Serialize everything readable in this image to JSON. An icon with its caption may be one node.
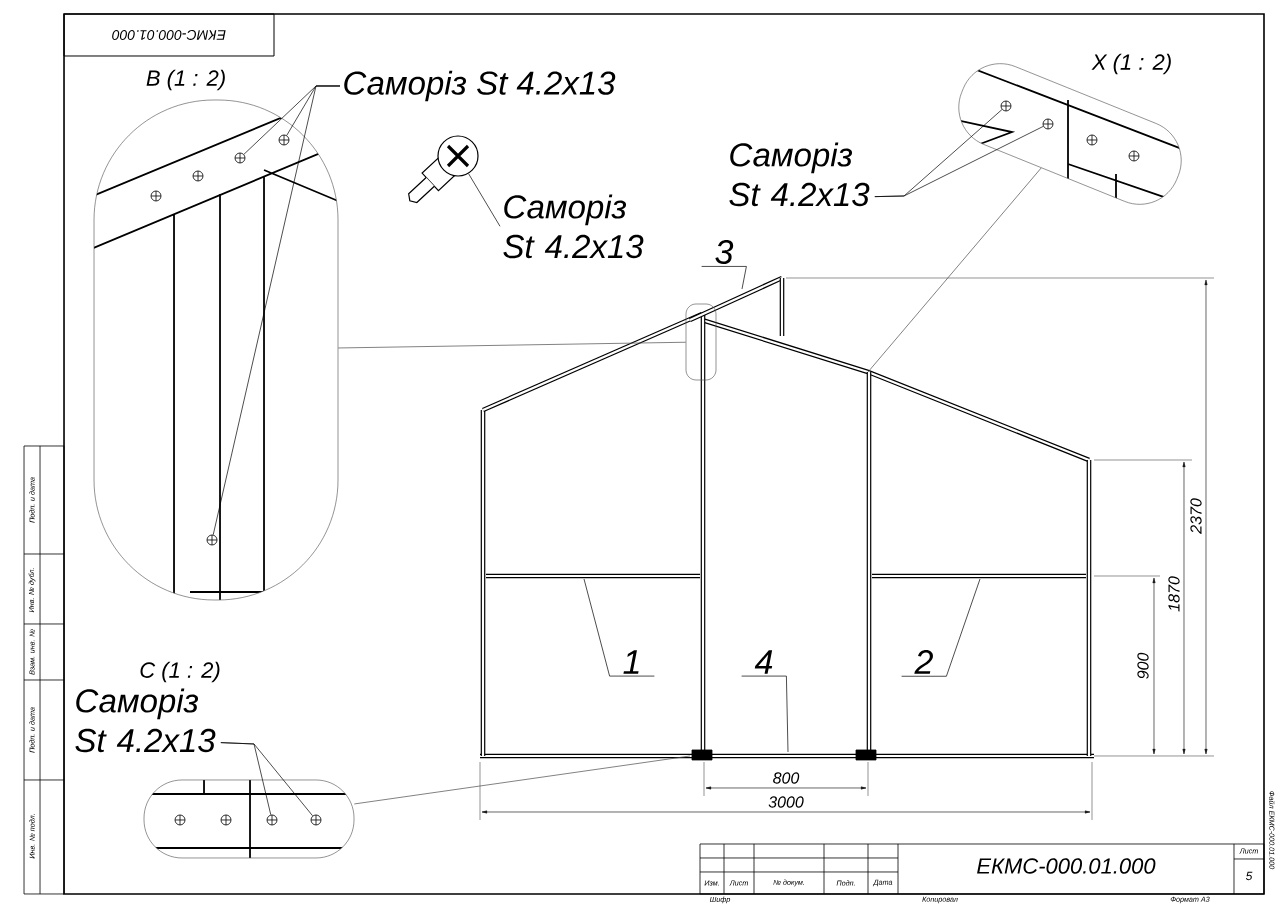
{
  "diagram": {
    "nodes": [
      {
        "text": [
          "Саморіз St 4.2x13"
        ]
      },
      {
        "text": [],
        "shape": "box"
      },
      {
        "text": [],
        "shape": "circle",
        "in": 1
      },
      {
        "text": [],
        "shape": "circle",
        "in": 1
      },
      {
        "text": [],
        "shape": "circle",
        "in": 1
      },
      {
        "text": [
          "Саморіз St 4.2x13"
        ]
      },
      {
        "text": [],
        "shape": "picture"
      },
      {
        "text": [
          "Саморіз St 4.2x13"
        ]
      },
      {
        "text": [],
        "shape": "box"
      },
      {
        "text": [],
        "shape": "circle",
        "in": 8
      },
      {
        "text": [],
        "shape": "circle",
        "in": 8
      },
      {
        "text": [
          "3"
        ]
      },
      {
        "text": [
          "1"
        ]
      },
      {
        "text": [
          "4"
        ]
      },
      {
        "text": [
          "2"
        ]
      },
      {
        "text": [],
        "shape": "box"
      },
      {
        "text": [
          "Саморіз St 4.2x13"
        ]
      },
      {
        "text": [],
        "shape": "box"
      },
      {
        "text": [],
        "shape": "circle",
        "in": 17
      },
      {
        "text": [],
        "shape": "circle",
        "in": 17
      }
    ],
    "edges": [
      {
        "from": 0,
        "to": 2,
        "arrow": "none"
      },
      {
        "from": 0,
        "to": 3,
        "arrow": "none"
      },
      {
        "from": 0,
        "to": 4,
        "arrow": "none"
      },
      {
        "from": 5,
        "to": 6,
        "arrow": "none"
      },
      {
        "from": 7,
        "to": 9,
        "arrow": "none"
      },
      {
        "from": 7,
        "to": 10,
        "arrow": "none"
      },
      {
        "from": 11,
        "to": null,
        "arrow": "none"
      },
      {
        "from": 12,
        "to": null,
        "arrow": "none"
      },
      {
        "from": 13,
        "to": null,
        "arrow": "none"
      },
      {
        "from": 14,
        "to": null,
        "arrow": "none"
      },
      {
        "from": 16,
        "to": 18,
        "arrow": "none"
      },
      {
        "from": 16,
        "to": 19,
        "arrow": "none"
      },
      {
        "from": 1,
        "to": 15,
        "arrow": "none"
      },
      {
        "from": 8,
        "to": null,
        "arrow": "none"
      },
      {
        "from": 17,
        "to": null,
        "arrow": "none"
      }
    ],
    "labels": [
      "ЕКМС-000.01.000",
      "B (1 : 2)",
      "X (1 : 2)",
      "C (1 : 2)",
      "2370",
      "1870",
      "900",
      "800",
      "3000",
      "Подп. и дата",
      "Инв. № дубл.",
      "Взам. инв. №",
      "Подп. и дата",
      "Инв. № подл.",
      "Изм.",
      "Лист",
      "№ докум.",
      "Подп.",
      "Дата",
      "ЕКМС-000.01.000",
      "Лист",
      "5",
      "Шифр",
      "Копировал",
      "Формат А3",
      "Файл ЕКМС-000.01.000"
    ]
  }
}
